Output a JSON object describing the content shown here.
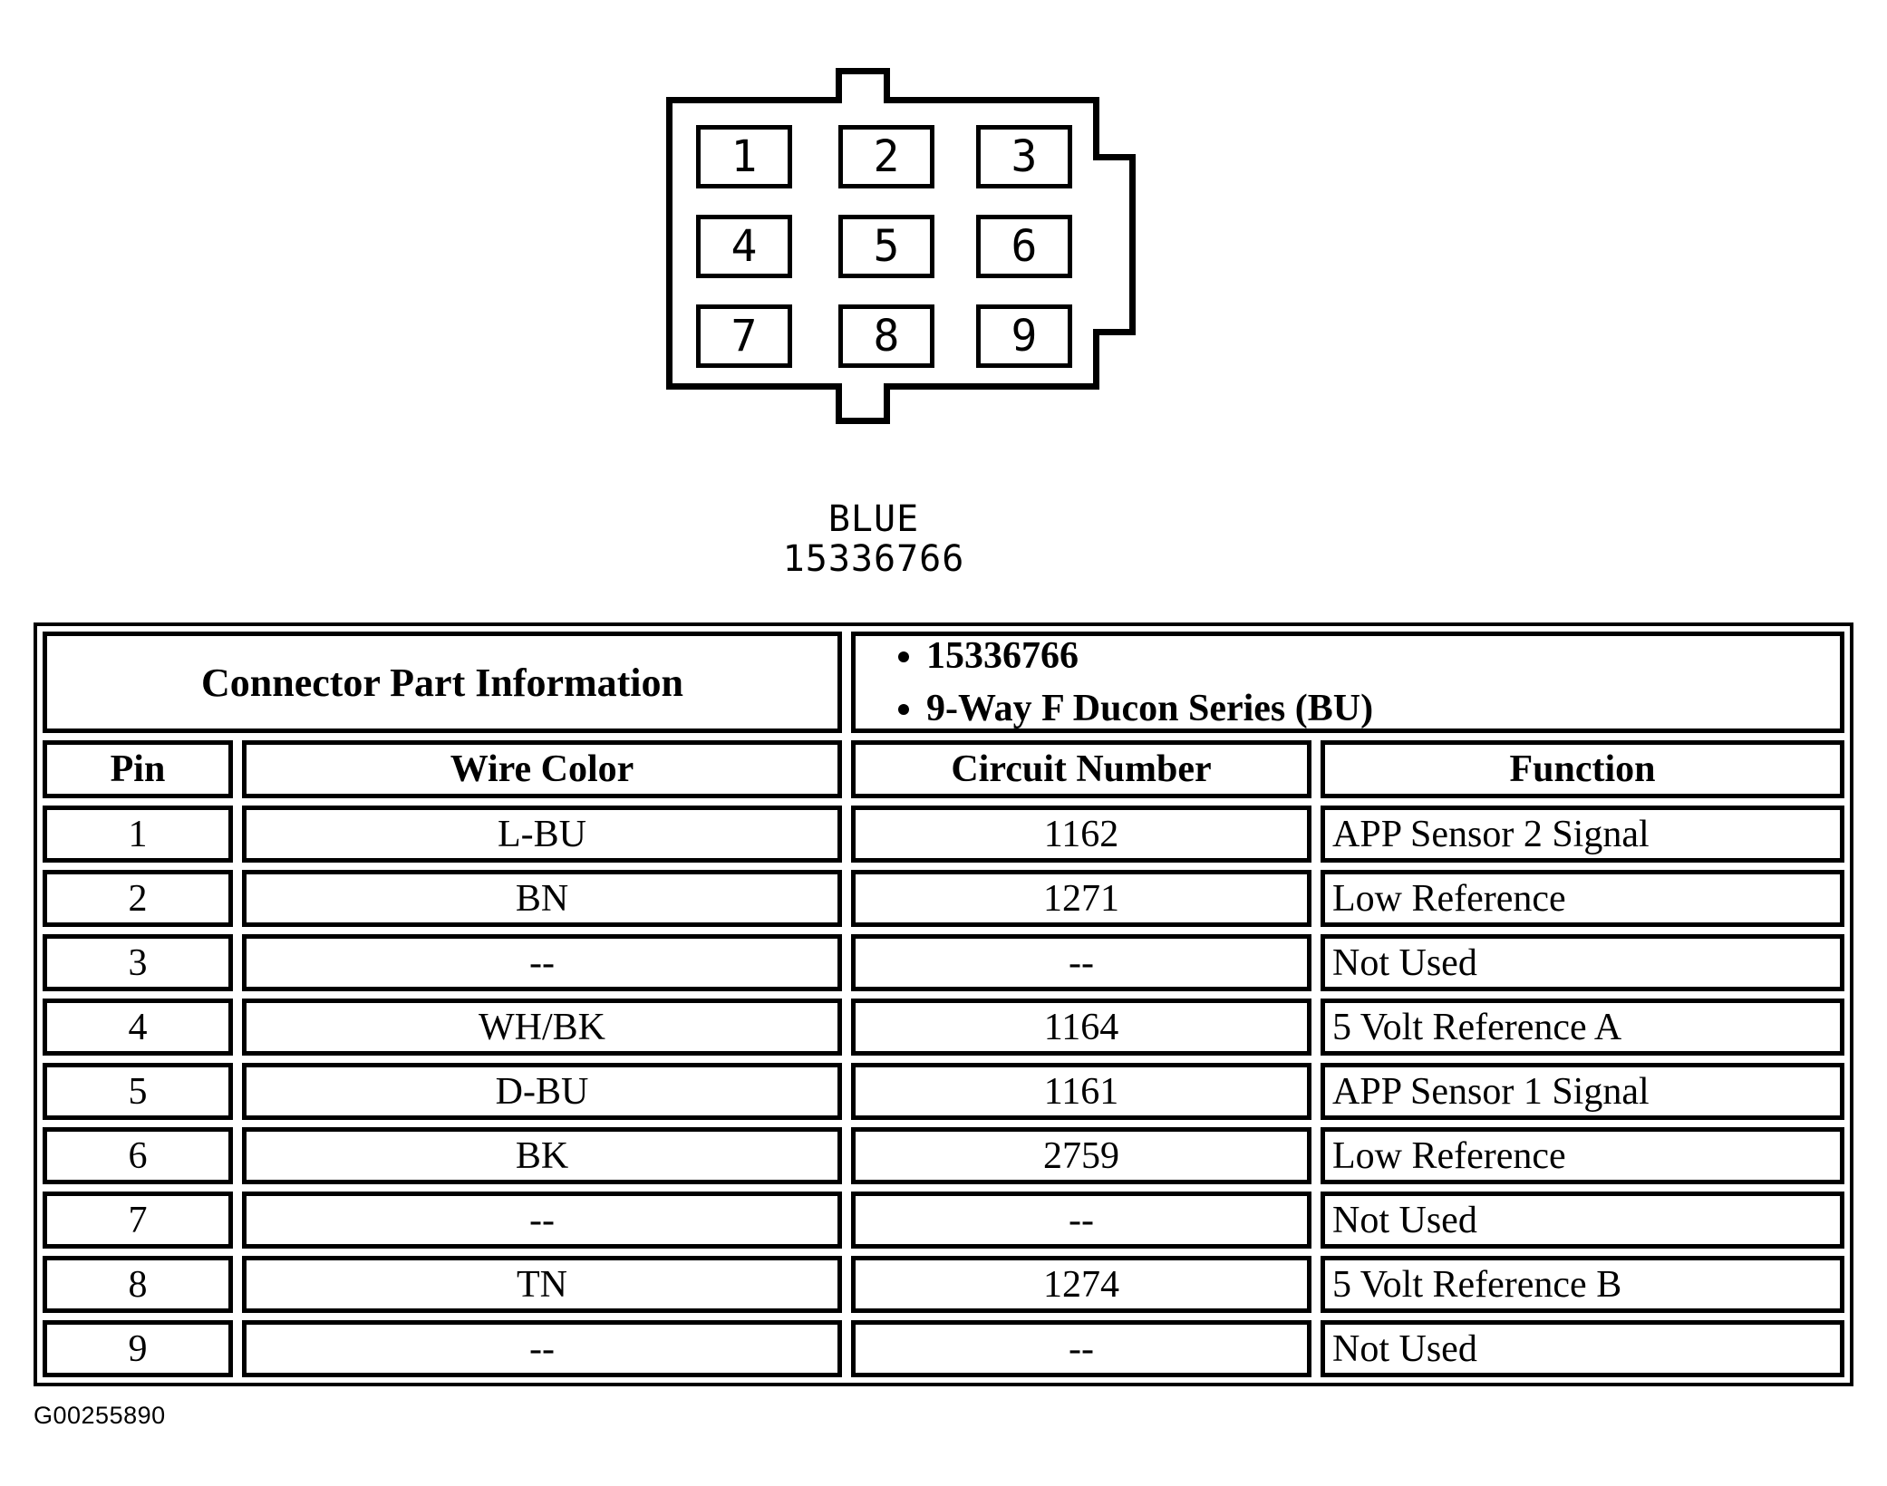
{
  "connector": {
    "pins": [
      "1",
      "2",
      "3",
      "4",
      "5",
      "6",
      "7",
      "8",
      "9"
    ],
    "color_label": "BLUE",
    "part_number": "15336766"
  },
  "table": {
    "part_info_header": "Connector Part Information",
    "part_info_bullets": [
      "15336766",
      "9-Way F Ducon Series (BU)"
    ],
    "columns": [
      "Pin",
      "Wire Color",
      "Circuit Number",
      "Function"
    ],
    "rows": [
      {
        "pin": "1",
        "wire_color": "L-BU",
        "circuit": "1162",
        "function": "APP Sensor 2 Signal"
      },
      {
        "pin": "2",
        "wire_color": "BN",
        "circuit": "1271",
        "function": "Low Reference"
      },
      {
        "pin": "3",
        "wire_color": "--",
        "circuit": "--",
        "function": "Not Used"
      },
      {
        "pin": "4",
        "wire_color": "WH/BK",
        "circuit": "1164",
        "function": "5 Volt Reference A"
      },
      {
        "pin": "5",
        "wire_color": "D-BU",
        "circuit": "1161",
        "function": "APP Sensor 1 Signal"
      },
      {
        "pin": "6",
        "wire_color": "BK",
        "circuit": "2759",
        "function": "Low Reference"
      },
      {
        "pin": "7",
        "wire_color": "--",
        "circuit": "--",
        "function": "Not Used"
      },
      {
        "pin": "8",
        "wire_color": "TN",
        "circuit": "1274",
        "function": "5 Volt Reference B"
      },
      {
        "pin": "9",
        "wire_color": "--",
        "circuit": "--",
        "function": "Not Used"
      }
    ]
  },
  "footer": {
    "figure_id": "G00255890"
  },
  "colors": {
    "ink": "#000000",
    "background": "#ffffff"
  }
}
